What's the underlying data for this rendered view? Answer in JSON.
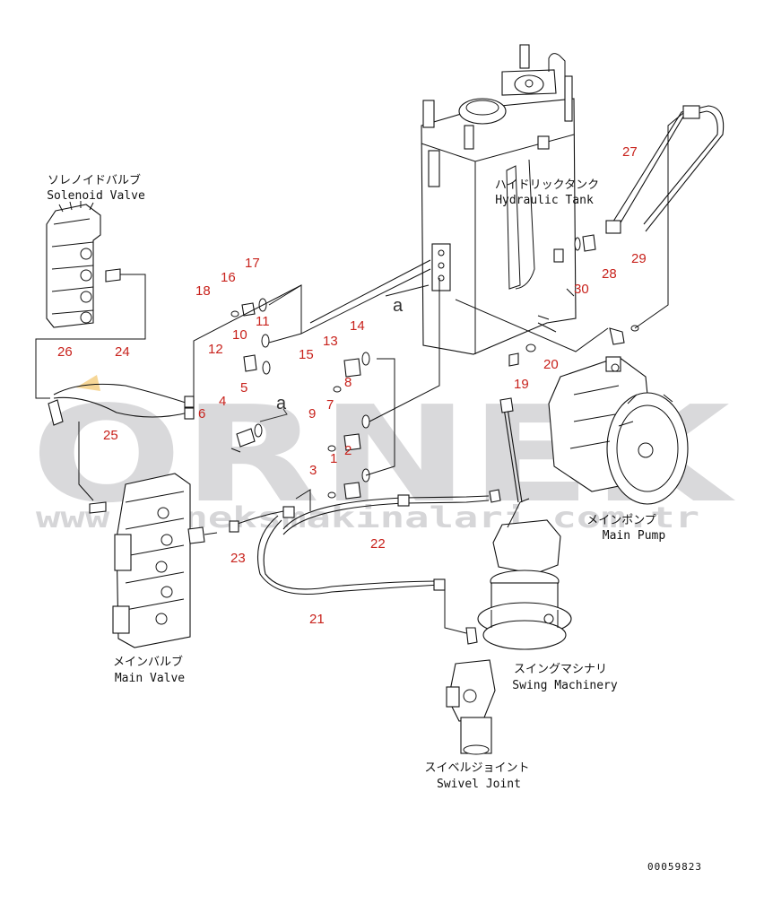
{
  "watermark": {
    "brand": "ORNEK",
    "url": "www.orneksmakinalari.com.tr"
  },
  "components": {
    "solenoid_valve": {
      "ja": "ソレノイドバルブ",
      "en": "Solenoid Valve"
    },
    "hydraulic_tank": {
      "ja": "ハイドリックタンク",
      "en": "Hydraulic Tank"
    },
    "main_pump": {
      "ja": "メインポンプ",
      "en": "Main Pump"
    },
    "main_valve": {
      "ja": "メインバルブ",
      "en": "Main Valve"
    },
    "swing_machinery": {
      "ja": "スイングマシナリ",
      "en": "Swing Machinery"
    },
    "swivel_joint": {
      "ja": "スイベルジョイント",
      "en": "Swivel Joint"
    }
  },
  "reference_letters": [
    "a",
    "a"
  ],
  "part_numbers": [
    "1",
    "2",
    "3",
    "4",
    "5",
    "6",
    "7",
    "8",
    "9",
    "10",
    "11",
    "12",
    "13",
    "14",
    "15",
    "16",
    "17",
    "18",
    "19",
    "20",
    "21",
    "22",
    "23",
    "24",
    "25",
    "26",
    "27",
    "28",
    "29",
    "30"
  ],
  "drawing_code": "00059823",
  "colors": {
    "callout": "#c8221c",
    "line": "#111111",
    "watermark": "#d9d9db"
  }
}
